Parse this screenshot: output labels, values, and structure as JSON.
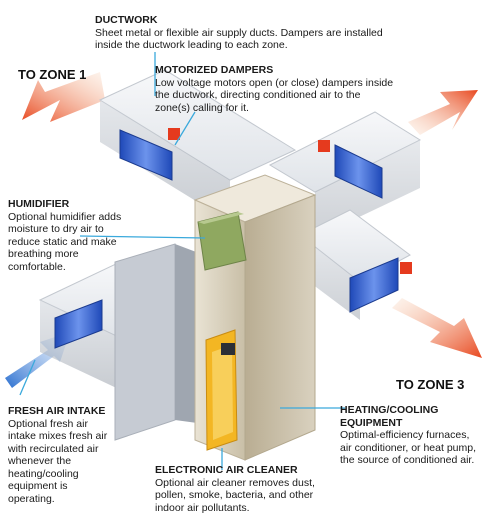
{
  "labels": {
    "ductwork": {
      "title": "DUCTWORK",
      "desc": "Sheet metal or flexible air supply ducts. Dampers are installed inside the ductwork leading to each zone."
    },
    "motorized_dampers": {
      "title": "MOTORIZED DAMPERS",
      "desc": "Low voltage motors open (or close) dampers inside the ductwork, directing conditioned air to the zone(s) calling for it."
    },
    "humidifier": {
      "title": "HUMIDIFIER",
      "desc": "Optional humidifier adds moisture to dry air to reduce static and make breathing more comfortable."
    },
    "fresh_air_intake": {
      "title": "FRESH AIR INTAKE",
      "desc": "Optional fresh air intake mixes fresh air with recirculated air whenever the heating/cooling equipment is operating."
    },
    "heating_cooling": {
      "title": "HEATING/COOLING EQUIPMENT",
      "desc": "Optimal-efficiency furnaces, air conditioner, or heat pump, the source of conditioned air."
    },
    "air_cleaner": {
      "title": "ELECTRONIC AIR CLEANER",
      "desc": "Optional air cleaner removes dust, pollen, smoke, bacteria, and other indoor air pollutants."
    }
  },
  "zones": {
    "zone1": "TO ZONE 1",
    "zone3": "TO ZONE 3"
  },
  "colors": {
    "callout_line": "#3aa9dc",
    "arrow_warm": "#e8471f",
    "arrow_cool": "#2a6fd0",
    "damper_blue": "#2f5fd6",
    "damper_motor": "#e53a1e",
    "duct_light": "#eef0f3",
    "duct_shade": "#c3c8cf",
    "cabinet": "#d7cfbb",
    "humidifier": "#8fa860",
    "air_cleaner": "#f3b623"
  }
}
